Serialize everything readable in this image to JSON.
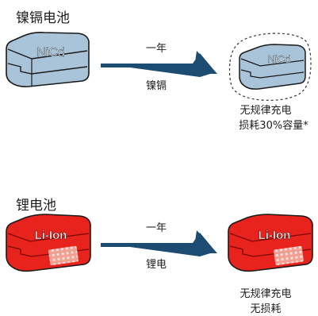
{
  "colors": {
    "nicd_fill": "#a9c3d8",
    "nicd_stroke": "#1a1a1a",
    "liion_fill": "#e8221c",
    "liion_dark": "#b80f0c",
    "arrow": "#1c4c72",
    "dashed": "#333333"
  },
  "top": {
    "heading": "镍镉电池",
    "battery_before_label": "NiCd",
    "arrow_label_top": "一年",
    "arrow_label_bottom": "镍镉",
    "battery_after_label": "NiCd",
    "result_line1": "无规律充电",
    "result_line2": "损耗30%容量*"
  },
  "bottom": {
    "heading": "锂电池",
    "battery_before_label": "Li-Ion",
    "arrow_label_top": "一年",
    "arrow_label_bottom": "锂电",
    "battery_after_label": "Li-Ion",
    "result_line1": "无规律充电",
    "result_line2": "无损耗"
  }
}
